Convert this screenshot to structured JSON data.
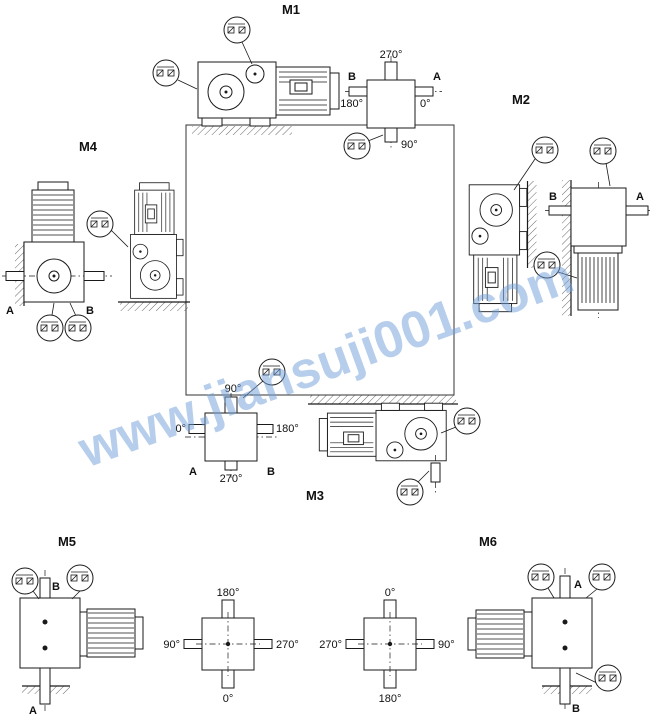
{
  "watermark": "www.jiansuji001.com",
  "positions": {
    "m1": {
      "label": "M1"
    },
    "m2": {
      "label": "M2",
      "shaft_top": "B",
      "shaft_right": "A"
    },
    "m3": {
      "label": "M3"
    },
    "m4": {
      "label": "M4",
      "shaft_left": "A",
      "shaft_right": "B"
    },
    "m5": {
      "label": "M5",
      "shaft_top": "B",
      "shaft_bottom": "A"
    },
    "m6": {
      "label": "M6",
      "shaft_top": "A",
      "shaft_bottom": "B"
    }
  },
  "dials": {
    "m1": {
      "top": "270°",
      "left": "180°",
      "right": "0°",
      "bottom": "90°",
      "shaft_left": "B",
      "shaft_right": "A"
    },
    "m3": {
      "top": "90°",
      "left": "0°",
      "right": "180°",
      "bottom": "270°",
      "shaft_left": "A",
      "shaft_right": "B"
    },
    "bottom_left": {
      "top": "180°",
      "left": "90°",
      "right": "270°",
      "bottom": "0°"
    },
    "bottom_right": {
      "top": "0°",
      "left": "270°",
      "right": "90°",
      "bottom": "180°"
    }
  },
  "colors": {
    "line": "#1a1a1a",
    "watermark": "#6f9fd8"
  }
}
